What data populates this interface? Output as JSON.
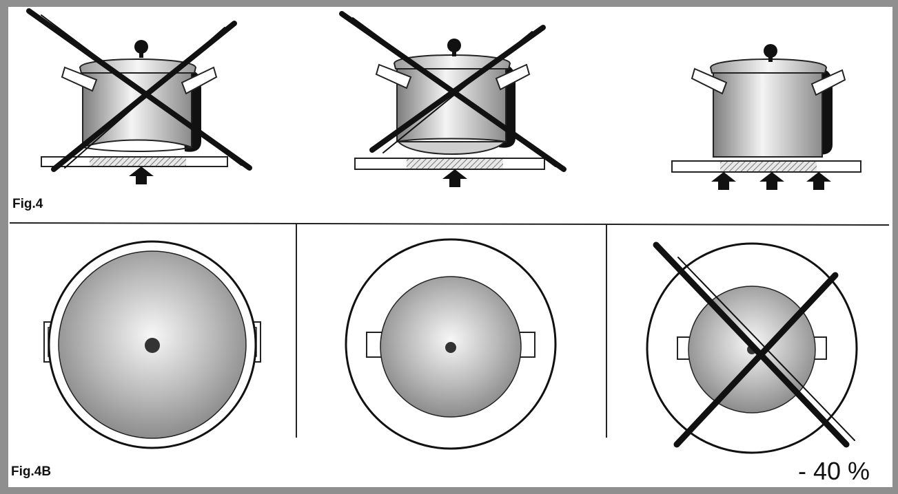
{
  "figure_top": {
    "label": "Fig.4",
    "items": [
      {
        "id": "pot-concave-base",
        "status": "wrong"
      },
      {
        "id": "pot-convex-base",
        "status": "wrong"
      },
      {
        "id": "pot-flat-base",
        "status": "correct"
      }
    ]
  },
  "figure_bottom": {
    "label": "Fig.4B",
    "items": [
      {
        "id": "pan-larger-than-zone",
        "status": "correct"
      },
      {
        "id": "pan-matches-zone",
        "status": "correct"
      },
      {
        "id": "pan-smaller-than-zone",
        "status": "wrong"
      }
    ],
    "penalty_text": "- 40 %"
  },
  "colors": {
    "background": "#ffffff",
    "frame": "#8f8f8f",
    "ink": "#111111",
    "pot_light": "#f2f2f2",
    "pot_dark": "#8a8a8a"
  }
}
